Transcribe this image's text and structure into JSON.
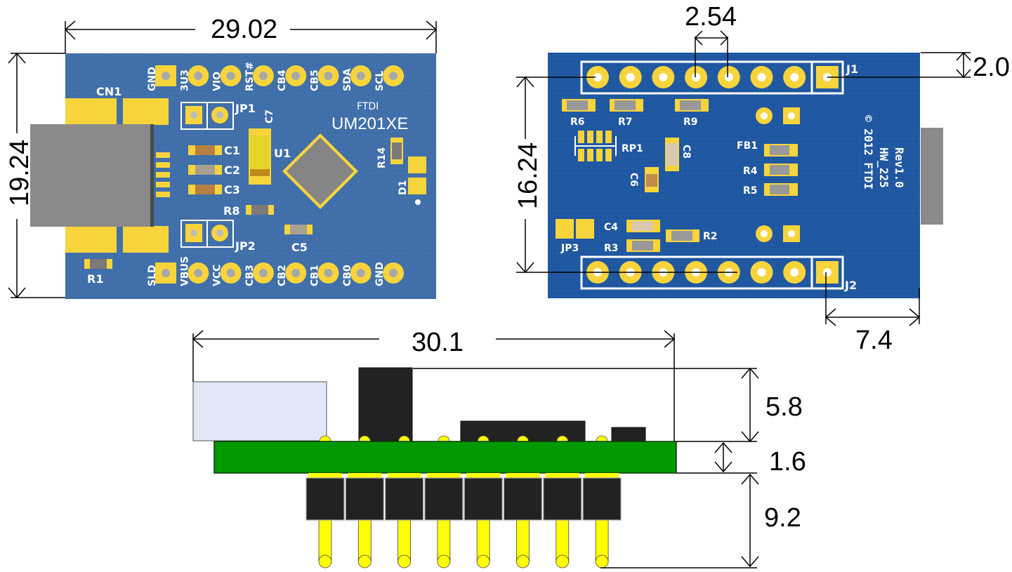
{
  "title": "FTDI UM201XE module dimension drawing",
  "units": "mm",
  "colors": {
    "top_pcb": "#3f6ea8",
    "bottom_pcb": "#1f56a0",
    "pad": "#f7d43c",
    "connector": "#8a8a8a",
    "side_pcb": "#009a00",
    "side_component": "#222222",
    "side_connector": "#e1e8f5",
    "pin": "#ffff00",
    "silkscreen": "#ffffff",
    "dimension_line": "#000000"
  },
  "dimensions": {
    "top_width": "29.02",
    "top_height": "19.24",
    "pin_pitch": "2.54",
    "edge_to_header": "2.0",
    "header_spacing": "16.24",
    "pin1_to_edge": "7.4",
    "overall_length": "30.1",
    "component_height": "5.8",
    "pcb_thickness": "1.6",
    "pin_length": "9.2"
  },
  "top_view": {
    "connector_label": "CN1",
    "brand": "FTDI",
    "model": "UM201XE",
    "top_pins": [
      "GND",
      "3U3",
      "VIO",
      "RST#",
      "CB4",
      "CB5",
      "SDA",
      "SCL"
    ],
    "bottom_pins": [
      "SLD",
      "VBUS",
      "VCC",
      "CB3",
      "CB2",
      "CB1",
      "CB0",
      "GND"
    ],
    "components": [
      "JP1",
      "C7",
      "C1",
      "C2",
      "C3",
      "U1",
      "R14",
      "D1",
      "R8",
      "JP2",
      "C5",
      "R1"
    ]
  },
  "bottom_view": {
    "header_top": "J1",
    "header_bottom": "J2",
    "components": [
      "R6",
      "R7",
      "R9",
      "RP1",
      "C8",
      "C6",
      "FB1",
      "R4",
      "R5",
      "C4",
      "R3",
      "R2",
      "JP3"
    ],
    "rev_lines": [
      "Rev1.0",
      "HW_225",
      "© 2012 FTDI"
    ]
  },
  "side_view": {
    "pin_count": 8
  }
}
